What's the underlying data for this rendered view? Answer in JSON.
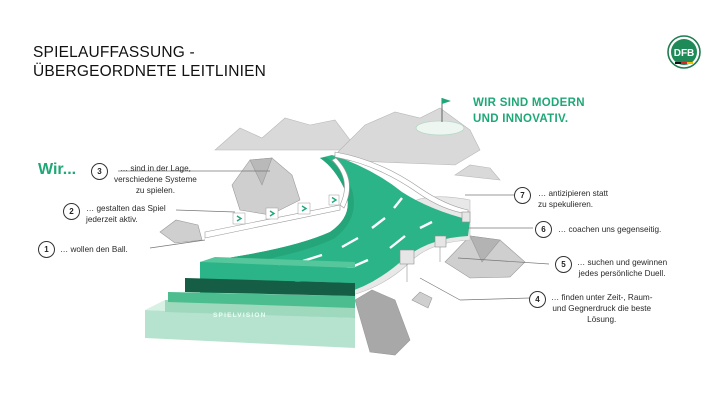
{
  "title": {
    "line1": "SPIELAUFFASSUNG -",
    "line2": "ÜBERGEORDNETE LEITLINIEN"
  },
  "tagline": {
    "line1": "WIR SIND MODERN",
    "line2": "UND INNOVATIV."
  },
  "intro": "Wir...",
  "stair_label": "SPIELVISION",
  "logo_icon": "dfb-logo-icon",
  "colors": {
    "accent_green": "#1fa877",
    "road_green": "#2bb487",
    "dark_green": "#0f6b4a",
    "rock_gray": "#c9c9c9"
  },
  "items": [
    {
      "number": "1",
      "line1": "… wollen den Ball.",
      "line2": "",
      "line3": ""
    },
    {
      "number": "2",
      "line1": "… gestalten das Spiel",
      "line2": "jederzeit aktiv.",
      "line3": ""
    },
    {
      "number": "3",
      "line1": "… sind in der Lage,",
      "line2": "verschiedene Systeme",
      "line3": "zu spielen."
    },
    {
      "number": "4",
      "line1": "… finden unter Zeit-, Raum-",
      "line2": "und Gegnerdruck die beste",
      "line3": "Lösung."
    },
    {
      "number": "5",
      "line1": "… suchen und gewinnen",
      "line2": "jedes persönliche Duell.",
      "line3": ""
    },
    {
      "number": "6",
      "line1": "… coachen uns gegenseitig.",
      "line2": "",
      "line3": ""
    },
    {
      "number": "7",
      "line1": "… antizipieren statt",
      "line2": "zu spekulieren.",
      "line3": ""
    }
  ]
}
